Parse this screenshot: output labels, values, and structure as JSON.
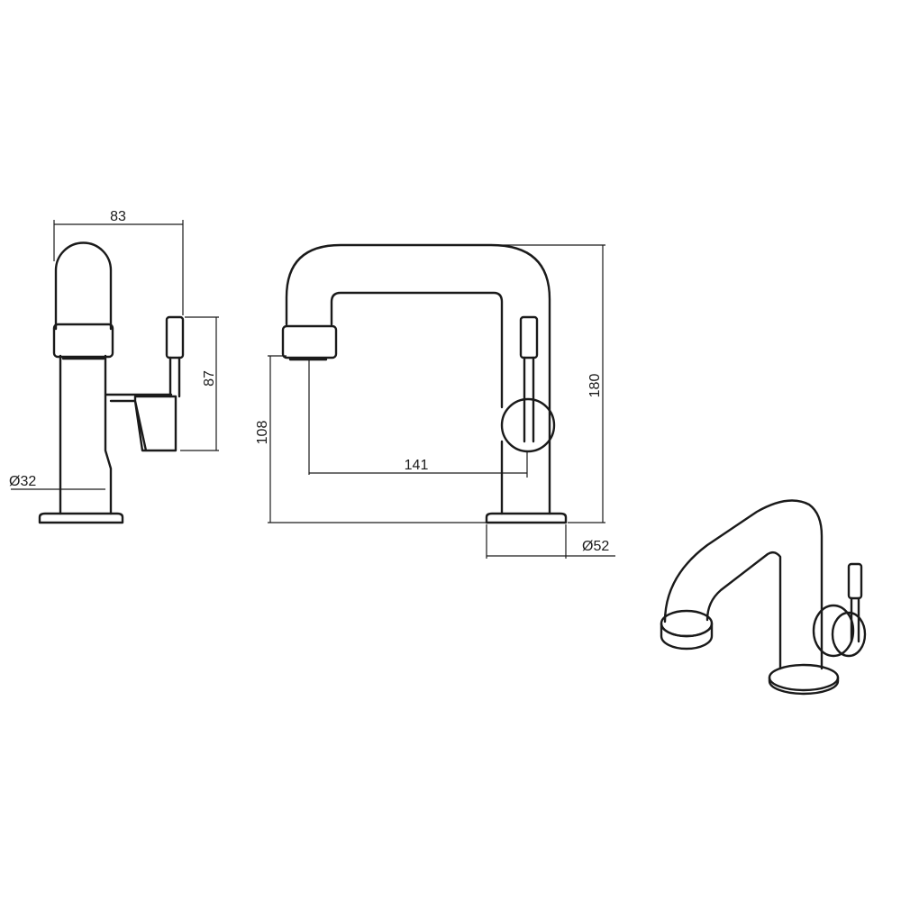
{
  "dimensions": {
    "side_width": "83",
    "side_lever_height": "87",
    "side_diameter": "Ø32",
    "front_spout_height": "108",
    "front_reach": "141",
    "front_total_height": "180",
    "front_base_diameter": "Ø52"
  },
  "colors": {
    "line": "#1a1a1a",
    "background": "#ffffff"
  }
}
